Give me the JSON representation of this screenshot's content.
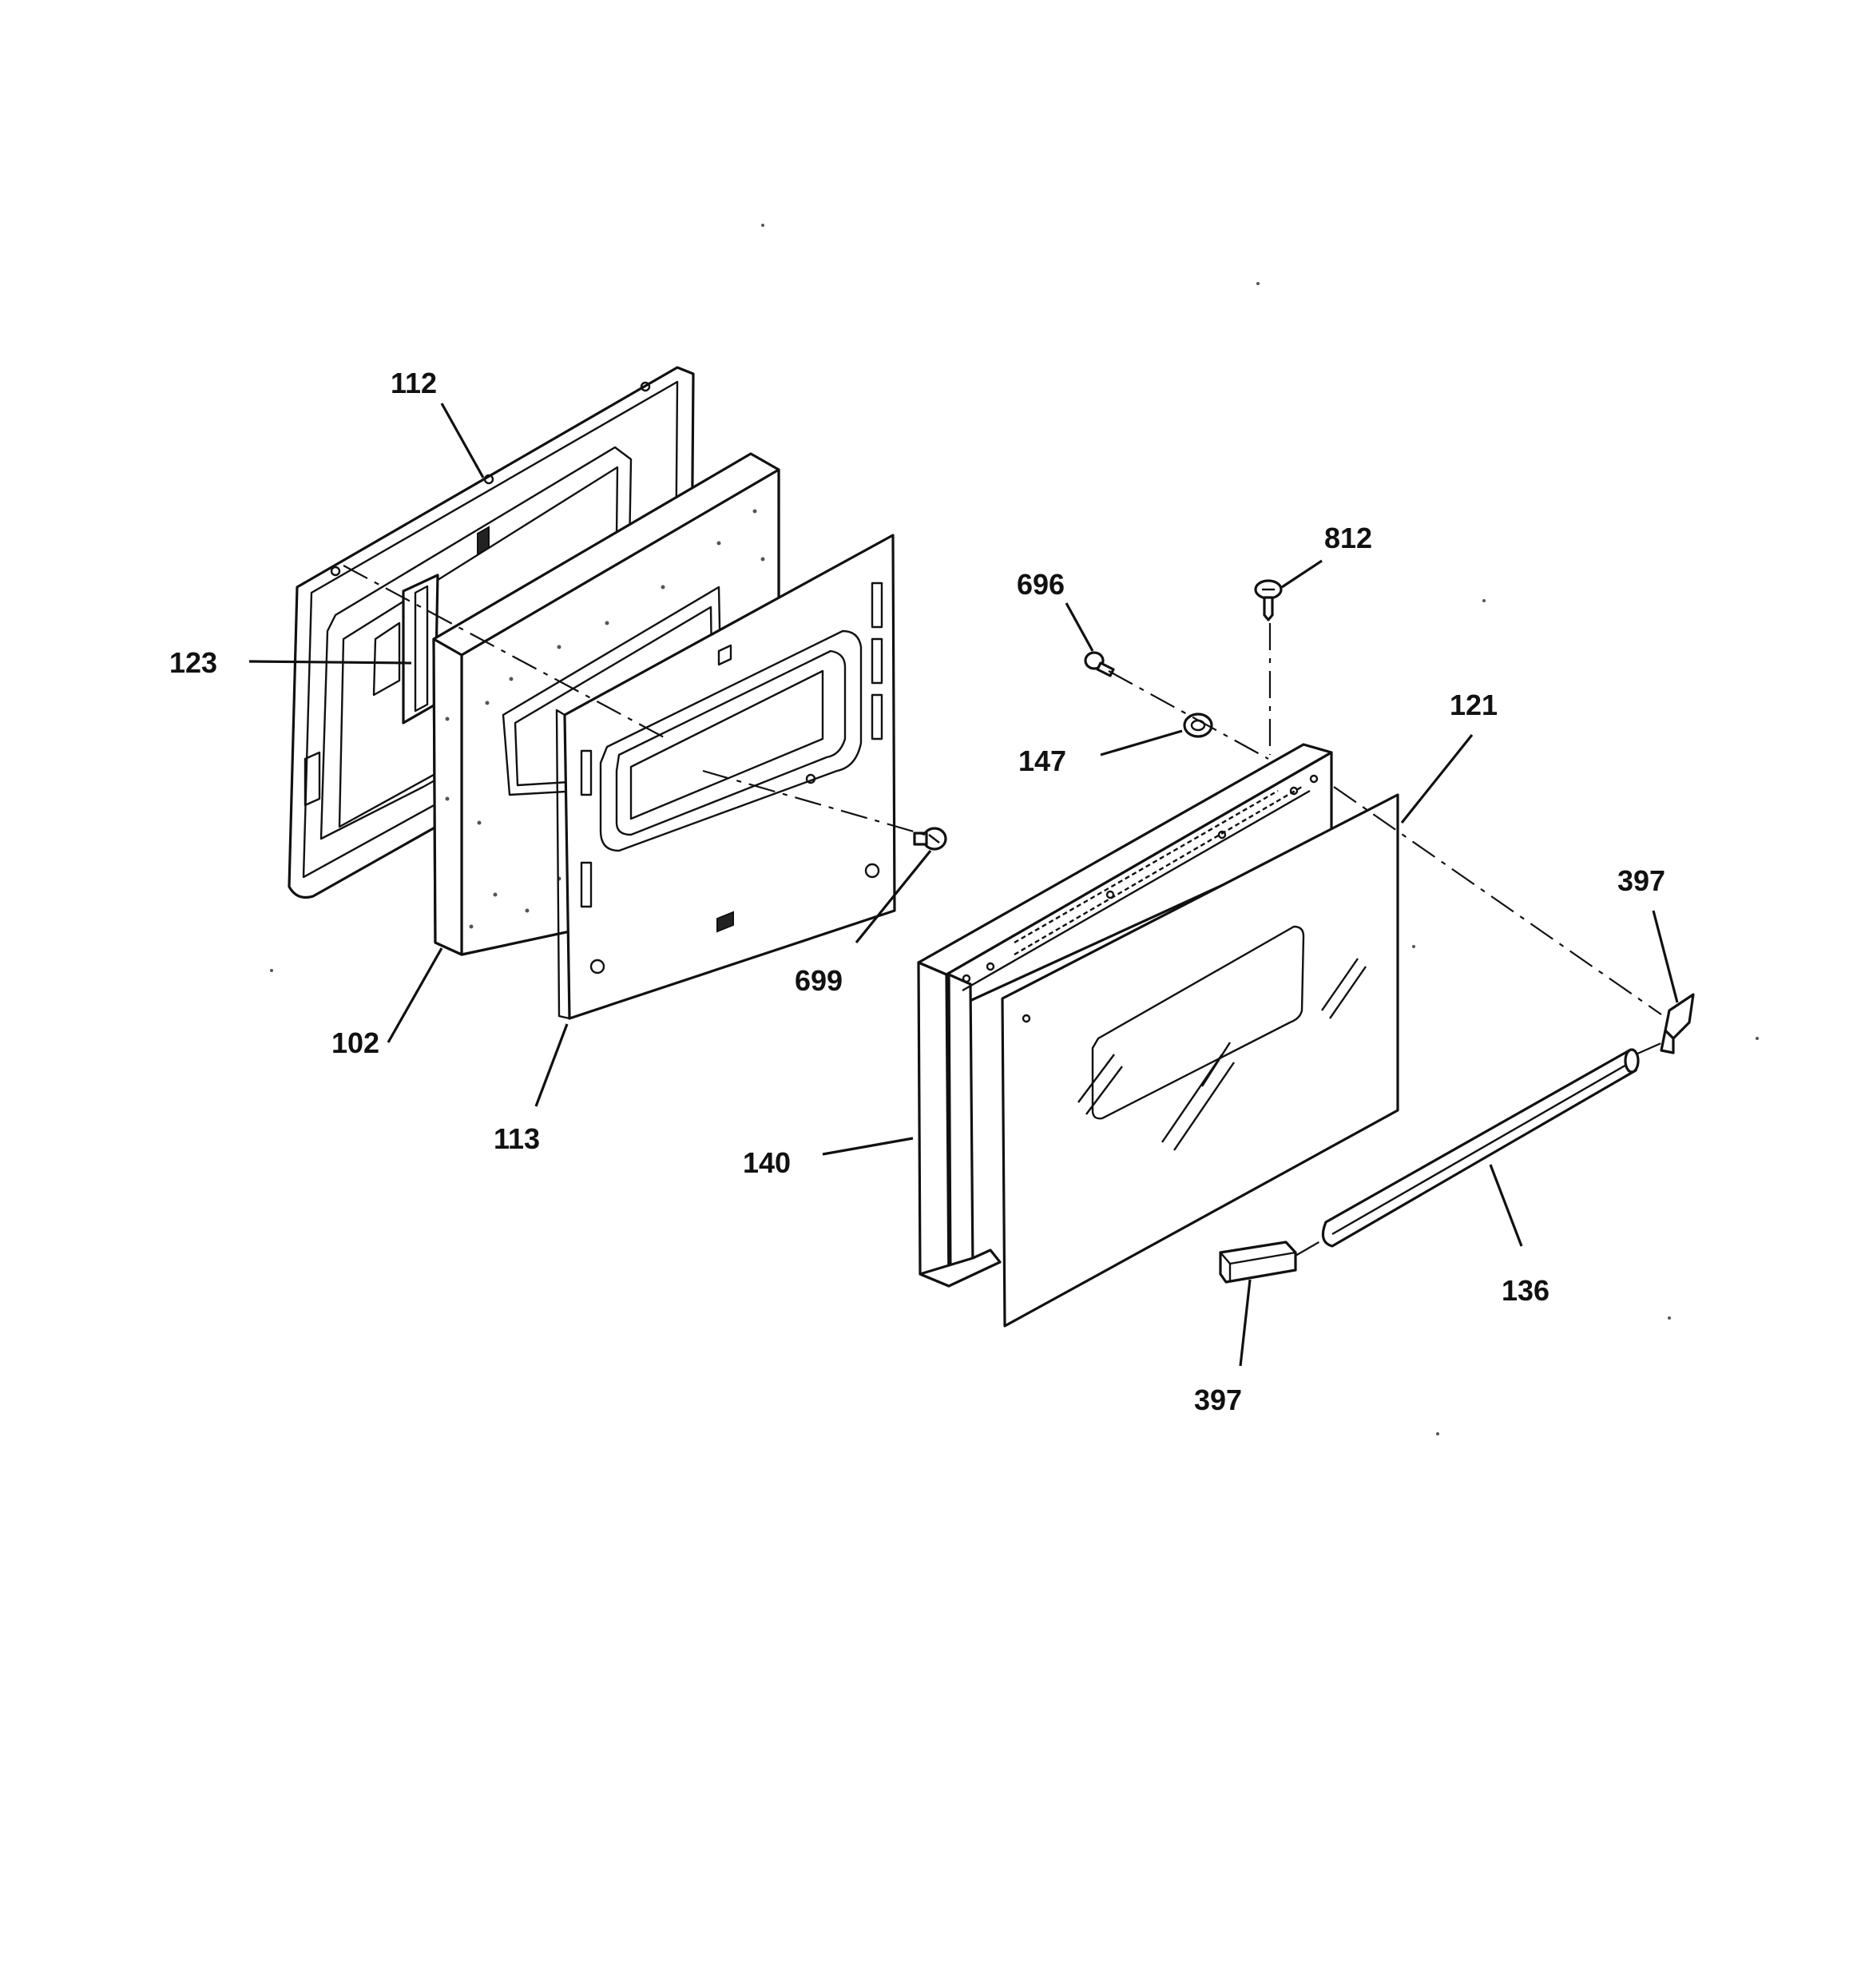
{
  "callouts": [
    {
      "id": "c112",
      "label": "112"
    },
    {
      "id": "c123",
      "label": "123"
    },
    {
      "id": "c102",
      "label": "102"
    },
    {
      "id": "c113",
      "label": "113"
    },
    {
      "id": "c699",
      "label": "699"
    },
    {
      "id": "c696",
      "label": "696"
    },
    {
      "id": "c812",
      "label": "812"
    },
    {
      "id": "c147",
      "label": "147"
    },
    {
      "id": "c121",
      "label": "121"
    },
    {
      "id": "c397a",
      "label": "397"
    },
    {
      "id": "c140",
      "label": "140"
    },
    {
      "id": "c136",
      "label": "136"
    },
    {
      "id": "c397b",
      "label": "397"
    }
  ]
}
